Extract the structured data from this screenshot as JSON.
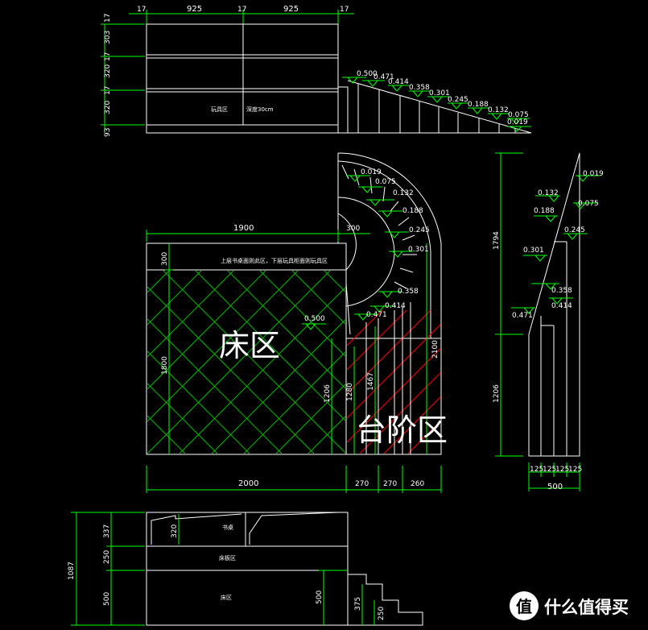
{
  "top_view": {
    "dims_top": [
      "17",
      "925",
      "17",
      "925",
      "17"
    ],
    "dims_left": [
      "303",
      "17",
      "320",
      "17",
      "320",
      "93"
    ],
    "label_area": "玩具区",
    "label_height": "深度30cm",
    "step_values": [
      "0.500",
      "0.471",
      "0.414",
      "0.358",
      "0.301",
      "0.245",
      "0.188",
      "0.132",
      "0.075",
      "0.019"
    ]
  },
  "plan_view": {
    "dim_1900": "1900",
    "dim_300a": "300",
    "dim_300b": "300",
    "dim_1800": "1800",
    "dim_2100": "2100",
    "dim_1206": "1206",
    "dim_1280": "1280",
    "dim_1467": "1467",
    "dims_bottom": [
      "2000",
      "270",
      "270",
      "260"
    ],
    "top_note": "上层书桌面则此区，下层玩具柜面则玩具区",
    "bed_area": "床区",
    "step_area": "台阶区",
    "step_values": [
      "0.019",
      "0.075",
      "0.132",
      "0.188",
      "0.245",
      "0.301",
      "0.358",
      "0.414",
      "0.471",
      "0.500"
    ]
  },
  "side_view": {
    "dim_1794": "1794",
    "dim_1206": "1206",
    "dims_bottom": [
      "125",
      "125",
      "125",
      "125"
    ],
    "dim_500": "500",
    "labels_left": [
      "0.132",
      "0.188",
      "0.301",
      "0.471"
    ],
    "labels_right": [
      "0.019",
      "0.075",
      "0.245",
      "0.358",
      "0.414"
    ]
  },
  "front_view": {
    "dim_1087": "1087",
    "dims_left": [
      "337",
      "250",
      "500"
    ],
    "dim_320": "320",
    "dim_500b": "500",
    "dim_375": "375",
    "dim_250b": "250",
    "label_desk": "书桌",
    "label_mid": "床板区",
    "label_bed": "床区"
  },
  "watermark": {
    "logo_char": "值",
    "text": "什么值得买"
  },
  "colors": {
    "line": "#ffffff",
    "dim": "#00ff00",
    "hatch": "#00cc00",
    "red": "#ff0000"
  }
}
